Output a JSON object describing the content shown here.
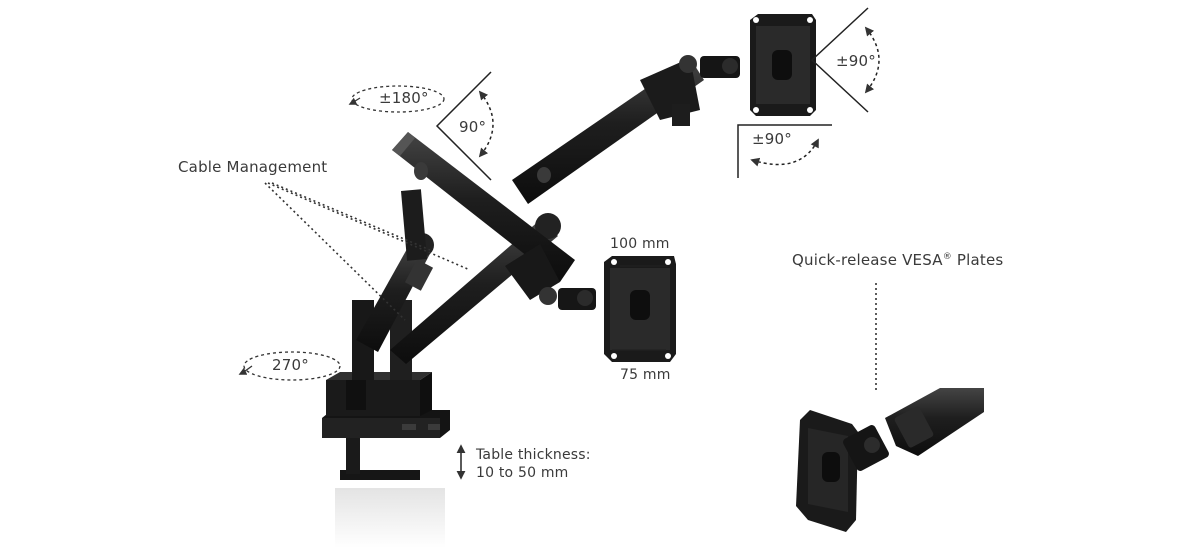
{
  "labels": {
    "cable_management": "Cable Management",
    "rotation_180": "±180°",
    "tilt_90": "90°",
    "tilt_pm90_top": "±90°",
    "swivel_pm90": "±90°",
    "rotation_270": "270°",
    "vesa_100": "100 mm",
    "vesa_75": "75 mm",
    "table_thickness_line1": "Table thickness:",
    "table_thickness_line2": "10 to 50 mm",
    "quick_release_prefix": "Quick-release VESA",
    "quick_release_reg": "®",
    "quick_release_suffix": " Plates"
  },
  "colors": {
    "arm": "#1c1c1c",
    "arm_highlight": "#3a3a3a",
    "text": "#3a3a3a",
    "line": "#222222",
    "background": "#ffffff"
  }
}
